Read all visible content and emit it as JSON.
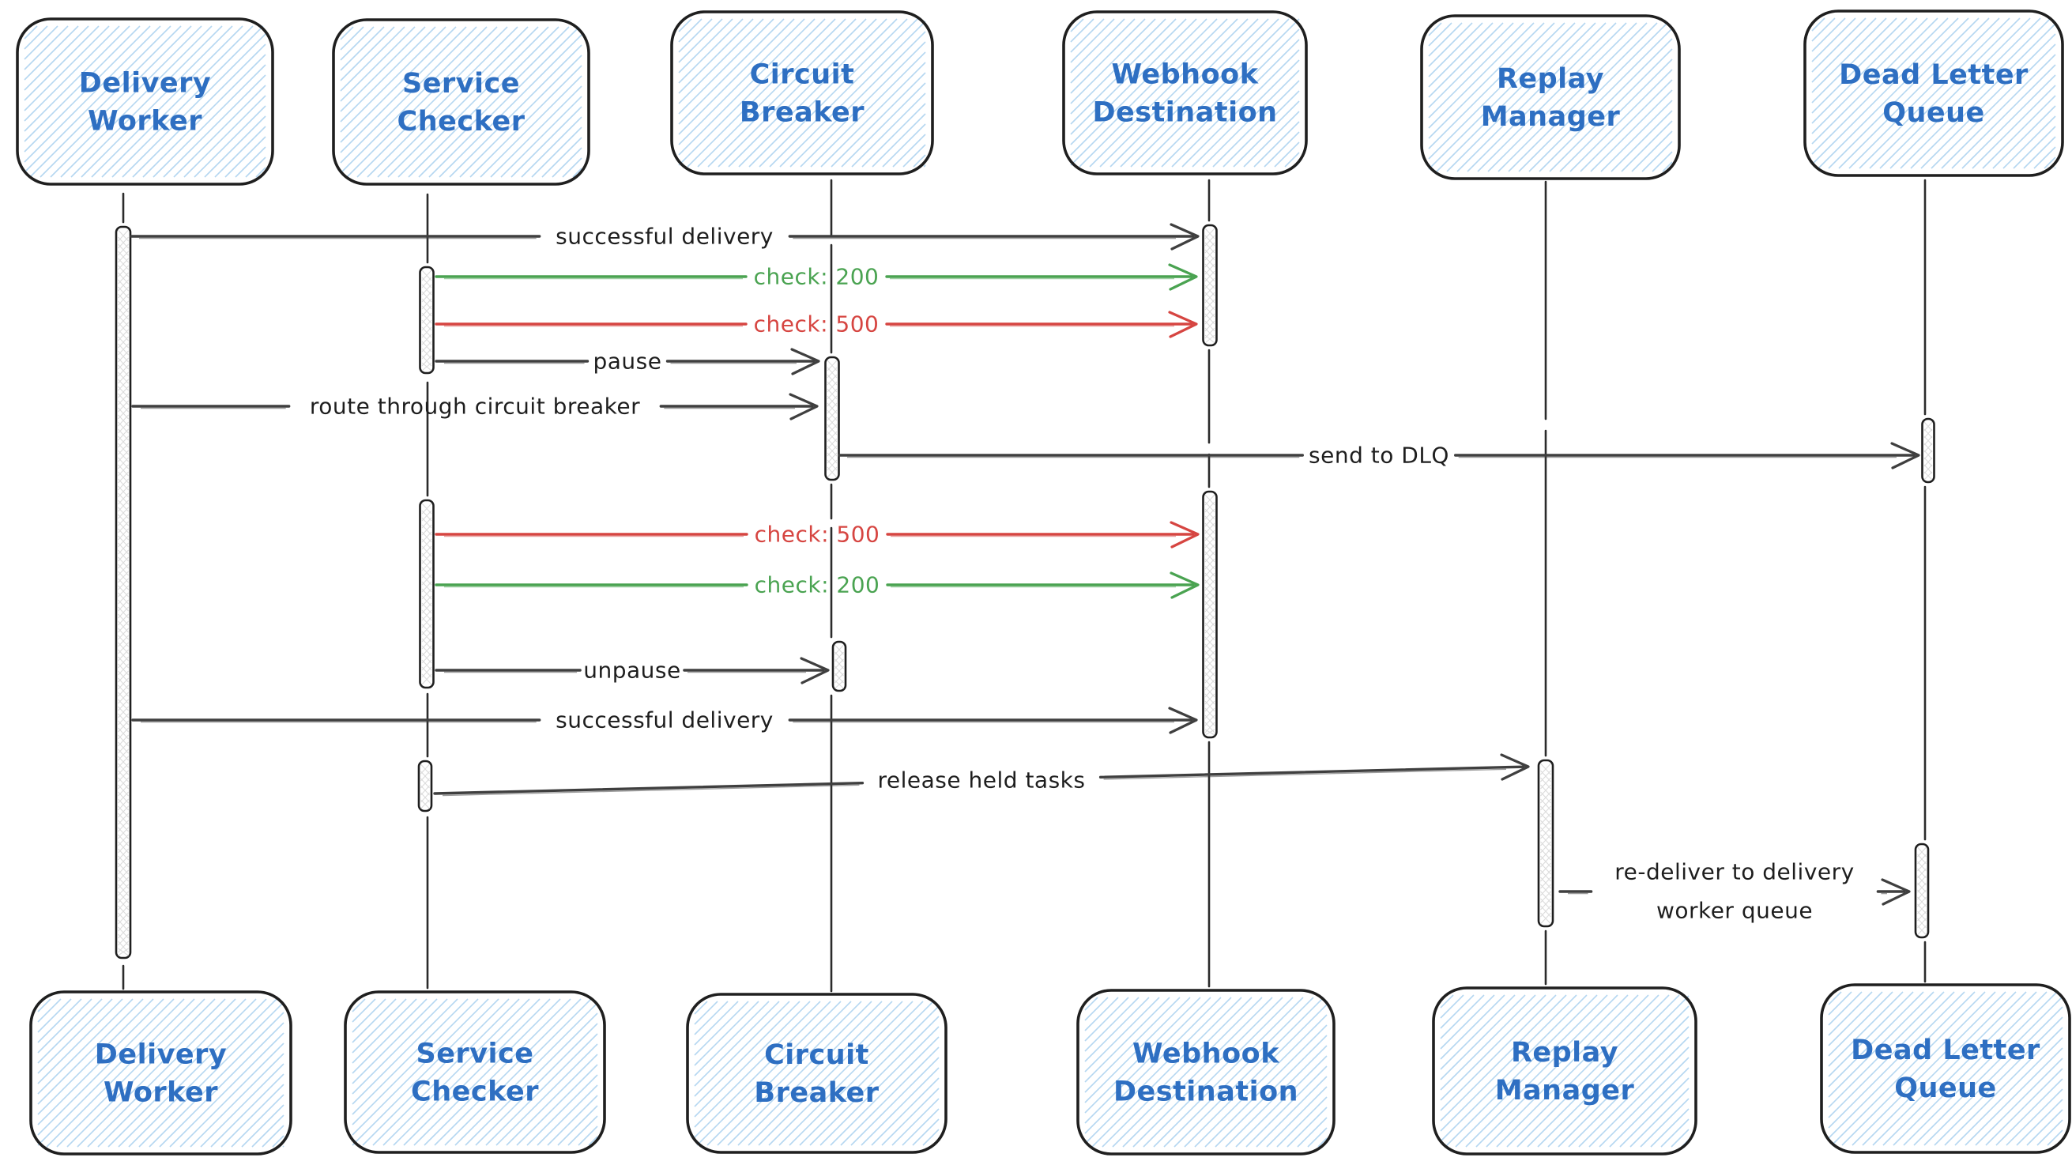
{
  "diagram": {
    "type": "sequence-diagram",
    "style": "hand-drawn",
    "colors": {
      "background": "#ffffff",
      "line": "#2b2b2b",
      "ink": "#3f3f3f",
      "label_text": "#1e1e1e",
      "actor_text": "#2e6fc2",
      "box_border": "#1f1f1f",
      "box_hatch": "#b5d7f1",
      "green": "#4aa351",
      "red": "#d64541",
      "bar_fill": "#ffffff",
      "bar_hatch": "#dcdcdc"
    },
    "actors": [
      {
        "id": "delivery-worker",
        "label": "Delivery Worker",
        "lines": [
          "Delivery",
          "Worker"
        ]
      },
      {
        "id": "service-checker",
        "label": "Service Checker",
        "lines": [
          "Service",
          "Checker"
        ]
      },
      {
        "id": "circuit-breaker",
        "label": "Circuit Breaker",
        "lines": [
          "Circuit",
          "Breaker"
        ]
      },
      {
        "id": "webhook-destination",
        "label": "Webhook Destination",
        "lines": [
          "Webhook",
          "Destination"
        ]
      },
      {
        "id": "replay-manager",
        "label": "Replay Manager",
        "lines": [
          "Replay",
          "Manager"
        ]
      },
      {
        "id": "dead-letter-queue",
        "label": "Dead Letter Queue",
        "lines": [
          "Dead Letter",
          "Queue"
        ]
      }
    ],
    "messages": [
      {
        "label": "successful delivery",
        "from": "Delivery Worker",
        "to": "Webhook Destination",
        "color": "ink"
      },
      {
        "label": "check: 200",
        "from": "Service Checker",
        "to": "Webhook Destination",
        "color": "green"
      },
      {
        "label": "check: 500",
        "from": "Service Checker",
        "to": "Webhook Destination",
        "color": "red"
      },
      {
        "label": "pause",
        "from": "Service Checker",
        "to": "Circuit Breaker",
        "color": "ink"
      },
      {
        "label": "route through circuit breaker",
        "from": "Delivery Worker",
        "to": "Circuit Breaker",
        "color": "ink"
      },
      {
        "label": "send to DLQ",
        "from": "Circuit Breaker",
        "to": "Dead Letter Queue",
        "color": "ink"
      },
      {
        "label": "check: 500",
        "from": "Service Checker",
        "to": "Webhook Destination",
        "color": "red"
      },
      {
        "label": "check: 200",
        "from": "Service Checker",
        "to": "Webhook Destination",
        "color": "green"
      },
      {
        "label": "unpause",
        "from": "Service Checker",
        "to": "Circuit Breaker",
        "color": "ink"
      },
      {
        "label": "successful delivery",
        "from": "Delivery Worker",
        "to": "Webhook Destination",
        "color": "ink"
      },
      {
        "label": "release held tasks",
        "from": "Service Checker",
        "to": "Replay Manager",
        "color": "ink"
      },
      {
        "label": "re-deliver to delivery worker queue",
        "label_lines": [
          "re-deliver to delivery",
          "worker queue"
        ],
        "from": "Replay Manager",
        "to": "Dead Letter Queue",
        "color": "ink"
      }
    ]
  }
}
